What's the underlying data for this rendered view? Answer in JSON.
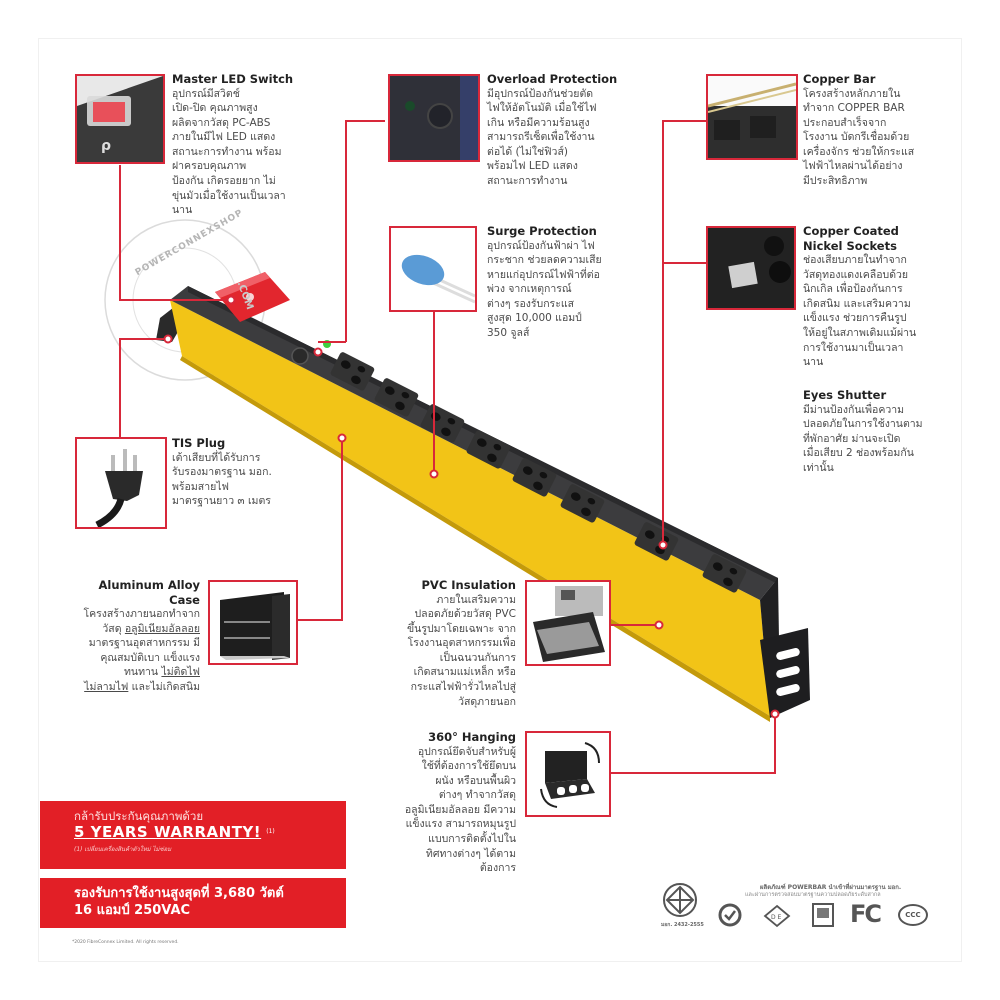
{
  "features": {
    "master_switch": {
      "title": "Master LED Switch",
      "lines": [
        "อุปกรณ์มีสวิตช์",
        "เปิด-ปิด  คุณภาพสูง",
        "ผลิตจากวัสดุ PC-ABS",
        "ภายในมีไฟ LED แสดง",
        "สถานะการทำงาน พร้อม",
        "ฝาครอบคุณภาพ",
        "ป้องกัน เกิดรอยยาก ไม่",
        "ขุ่นมัวเมื่อใช้งานเป็นเวลา",
        "นาน"
      ]
    },
    "overload": {
      "title": "Overload Protection",
      "lines": [
        "มีอุปกรณ์ป้องกันช่วยตัด",
        "ไฟให้อัตโนมัติ เมื่อใช้ไฟ",
        "เกิน หรือมีความร้อนสูง",
        "สามารถรีเซ็ตเพื่อใช้งาน",
        "ต่อได้ (ไม่ใช่ฟิวส์)",
        "พร้อมไฟ LED แสดง",
        "สถานะการทำงาน"
      ]
    },
    "copper_bar": {
      "title": "Copper Bar",
      "lines": [
        "โครงสร้างหลักภายใน",
        "ทำจาก COPPER BAR",
        "ประกอบสำเร็จจาก",
        "โรงงาน บัดกรีเชื่อมด้วย",
        "เครื่องจักร ช่วยให้กระแส",
        "ไฟฟ้าไหลผ่านได้อย่าง",
        "มีประสิทธิภาพ"
      ]
    },
    "surge": {
      "title": "Surge Protection",
      "lines": [
        "อุปกรณ์ป้องกันฟ้าผ่า ไฟ",
        "กระชาก ช่วยลดความเสีย",
        "หายแก่อุปกรณ์ไฟฟ้าที่ต่อ",
        "พ่วง จากเหตุการณ์",
        "ต่างๆ รองรับกระแส",
        "สูงสุด 10,000 แอมป์",
        "350 จูลส์"
      ]
    },
    "sockets": {
      "title_lines": [
        "Copper Coated",
        "Nickel Sockets"
      ],
      "lines": [
        "ช่องเสียบภายในทำจาก",
        "วัสดุทองแดงเคลือบด้วย",
        "นิกเกิล เพื่อป้องกันการ",
        "เกิดสนิม และเสริมความ",
        "แข็งแรง ช่วยการคืนรูป",
        "ให้อยู่ในสภาพเดิมแม้ผ่าน",
        "การใช้งานมาเป็นเวลา",
        "นาน"
      ]
    },
    "eyes_shutter": {
      "title": "Eyes Shutter",
      "lines": [
        "มีม่านป้องกันเพื่อความ",
        "ปลอดภัยในการใช้งานตาม",
        "ที่พักอาศัย ม่านจะเปิด",
        "เมื่อเสียบ 2 ช่องพร้อมกัน",
        "เท่านั้น"
      ]
    },
    "tis_plug": {
      "title": "TIS Plug",
      "lines": [
        "เต้าเสียบที่ได้รับการ",
        "รับรองมาตรฐาน มอก.",
        "พร้อมสายไฟ",
        "มาตรฐานยาว ๓ เมตร"
      ]
    },
    "aluminum": {
      "title_lines": [
        "Aluminum Alloy",
        "Case"
      ],
      "line1": "โครงสร้างภายนอกทำจาก",
      "line2_pre": "วัสดุ ",
      "line2_u": "อลูมิเนียมอัลลอย",
      "line3": "มาตรฐานอุตสาหกรรม มี",
      "line4": "คุณสมบัติเบา แข็งแรง",
      "line5_pre": "ทนทาน ",
      "line5_u": "ไม่ติดไฟ",
      "line6_u": "ไม่ลามไฟ",
      "line6_post": " และไม่เกิดสนิม"
    },
    "pvc": {
      "title": "PVC Insulation",
      "lines": [
        "ภายในเสริมความ",
        "ปลอดภัยด้วยวัสดุ PVC",
        "ขึ้นรูปมาโดยเฉพาะ จาก",
        "โรงงานอุตสาหกรรมเพื่อ",
        "เป็นฉนวนกันการ",
        "เกิดสนามแม่เหล็ก หรือ",
        "กระแสไฟฟ้ารั่วไหลไปสู่",
        "วัสดุภายนอก"
      ]
    },
    "hanging": {
      "title": "360° Hanging",
      "lines": [
        "อุปกรณ์ยึดจับสำหรับผู้",
        "ใช้ที่ต้องการใช้ยึดบน",
        "ผนัง หรือบนพื้นผิว",
        "ต่างๆ ทำจากวัสดุ",
        "อลูมิเนียมอัลลอย มีความ",
        "แข็งแรง สามารถหมุนรูป",
        "แบบการติดตั้งไปใน",
        "ทิศทางต่างๆ ได้ตาม",
        "ต้องการ"
      ]
    }
  },
  "watermark": {
    "top": "POWERCONNEXSHOP",
    "side": ".COM"
  },
  "warranty": {
    "line1": "กล้ารับประกันคุณภาพด้วย",
    "headline": "5 YEARS WARRANTY!",
    "mark": "(1)",
    "note": "(1) เปลี่ยนเครื่องสินค้าตัวใหม่ ไม่ซ่อม"
  },
  "rating": {
    "line1": "รองรับการใช้งานสูงสุดที่ 3,680 วัตต์",
    "line2": "16 แอมป์ 250VAC"
  },
  "copyright": "*2020 FibreConnex Limited. All rights reserved.",
  "certifications": {
    "title_line": "ผลิตภัณฑ์ POWERBAR นำเข้าที่ผ่านมาตรฐาน มอก.",
    "sub_line": "และผ่านการตรวจสอบมาตรฐานความปลอดภัยระดับสากล",
    "tis_label": "มอก. 2432-2555",
    "logos": [
      "TIS",
      "SGS",
      "VDE",
      "RoHS",
      "FC",
      "CCC"
    ],
    "fc_text": "FC",
    "ccc_text": "CCC"
  },
  "colors": {
    "accent_red": "#d8283a",
    "band_red": "#e21f26",
    "body_yellow": "#f2c417",
    "body_dark": "#3a3a3c"
  }
}
